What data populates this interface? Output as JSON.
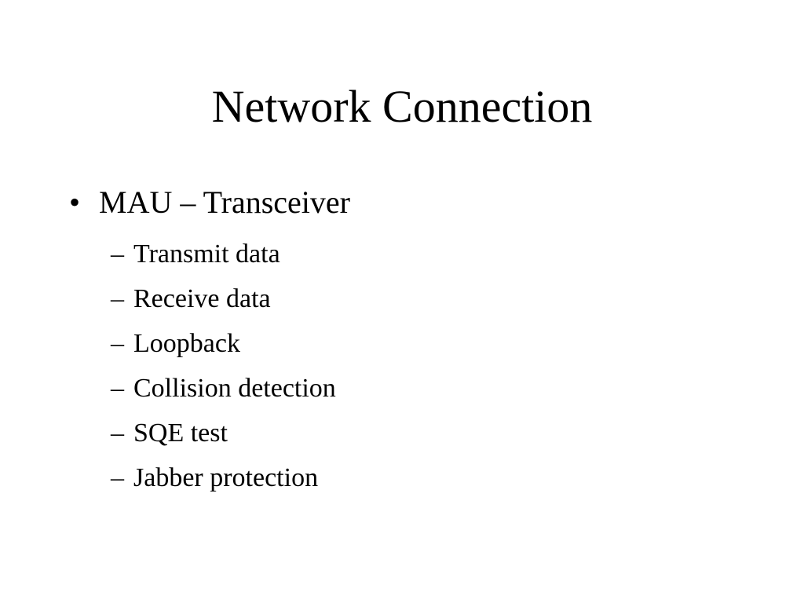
{
  "slide": {
    "title": "Network Connection",
    "bullet": {
      "marker": "•",
      "text": "MAU – Transceiver"
    },
    "sub_marker": "–",
    "sub_items": [
      "Transmit data",
      "Receive data",
      "Loopback",
      "Collision detection",
      "SQE test",
      "Jabber protection"
    ]
  }
}
